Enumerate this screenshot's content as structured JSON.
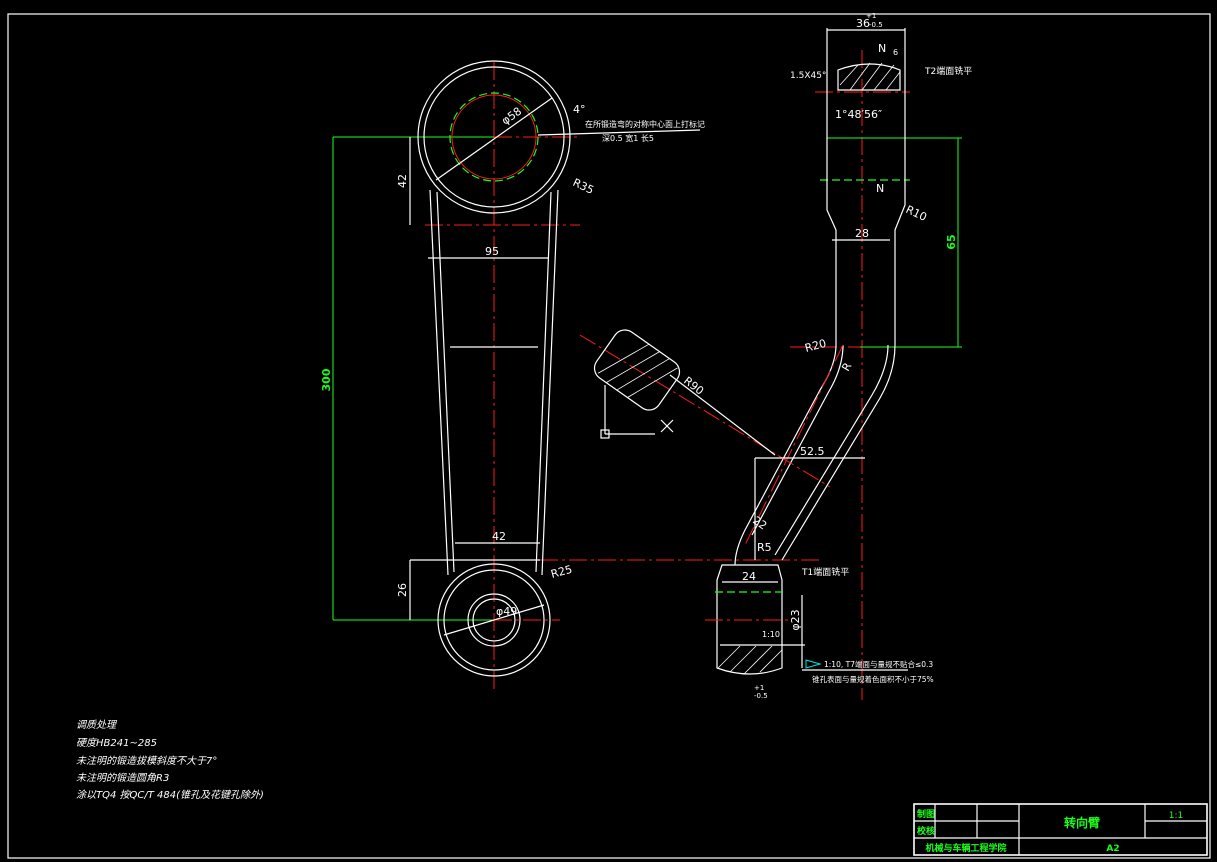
{
  "drawing": {
    "left_view": {
      "dim_overall": "300",
      "dim_top_offset": "42",
      "dim_width_top": "95",
      "dim_width_bottom": "42",
      "dim_bottom_offset": "26",
      "dia_top": "φ58",
      "dia_bottom": "φ49",
      "radius_top": "R35",
      "radius_bottom": "R25",
      "angle": "4°",
      "note_line1": "在所锻造弯的对称中心面上打标记",
      "note_line2": "深0.5  宽1  长5"
    },
    "right_view": {
      "dim_top_width": "36",
      "dim_top_tol_upper": "+1",
      "dim_top_tol_lower": "-0.5",
      "section_mark_top": "N",
      "section_mark_bottom": "N",
      "dim_n": "6",
      "chamfer": "1.5X45°",
      "face_flat": "T2端面铣平",
      "angle": "1°48′56″",
      "radius_r10": "R10",
      "dim_shaft": "28",
      "dim_height": "65",
      "radius_r20": "R20",
      "radius_r": "R",
      "radius_r90": "R90",
      "dim_offset": "52.5",
      "dim_diag": "22",
      "radius_r5": "R5",
      "dim_base": "24",
      "face_flat_t1": "T1端面铣平",
      "dia_bore": "φ23",
      "taper": "1:10",
      "taper_note1": "1:10, T7端面与量规不贴合≤0.3",
      "taper_note2": "锥孔表面与量规着色面积不小于75%",
      "bottom_tol_upper": "+1",
      "bottom_tol_lower": "-0.5"
    }
  },
  "notes": [
    "调质处理",
    "硬度HB241~285",
    "未注明的锻造拔模斜度不大于7°",
    "未注明的锻造圆角R3",
    "涂以TQ4 按QC/T 484(锥孔及花键孔除外)"
  ],
  "title_block": {
    "drawn_label": "制图",
    "checked_label": "校核",
    "part_name": "转向臂",
    "scale": "1:1",
    "school": "机械与车辆工程学院",
    "sheet": "A2"
  }
}
